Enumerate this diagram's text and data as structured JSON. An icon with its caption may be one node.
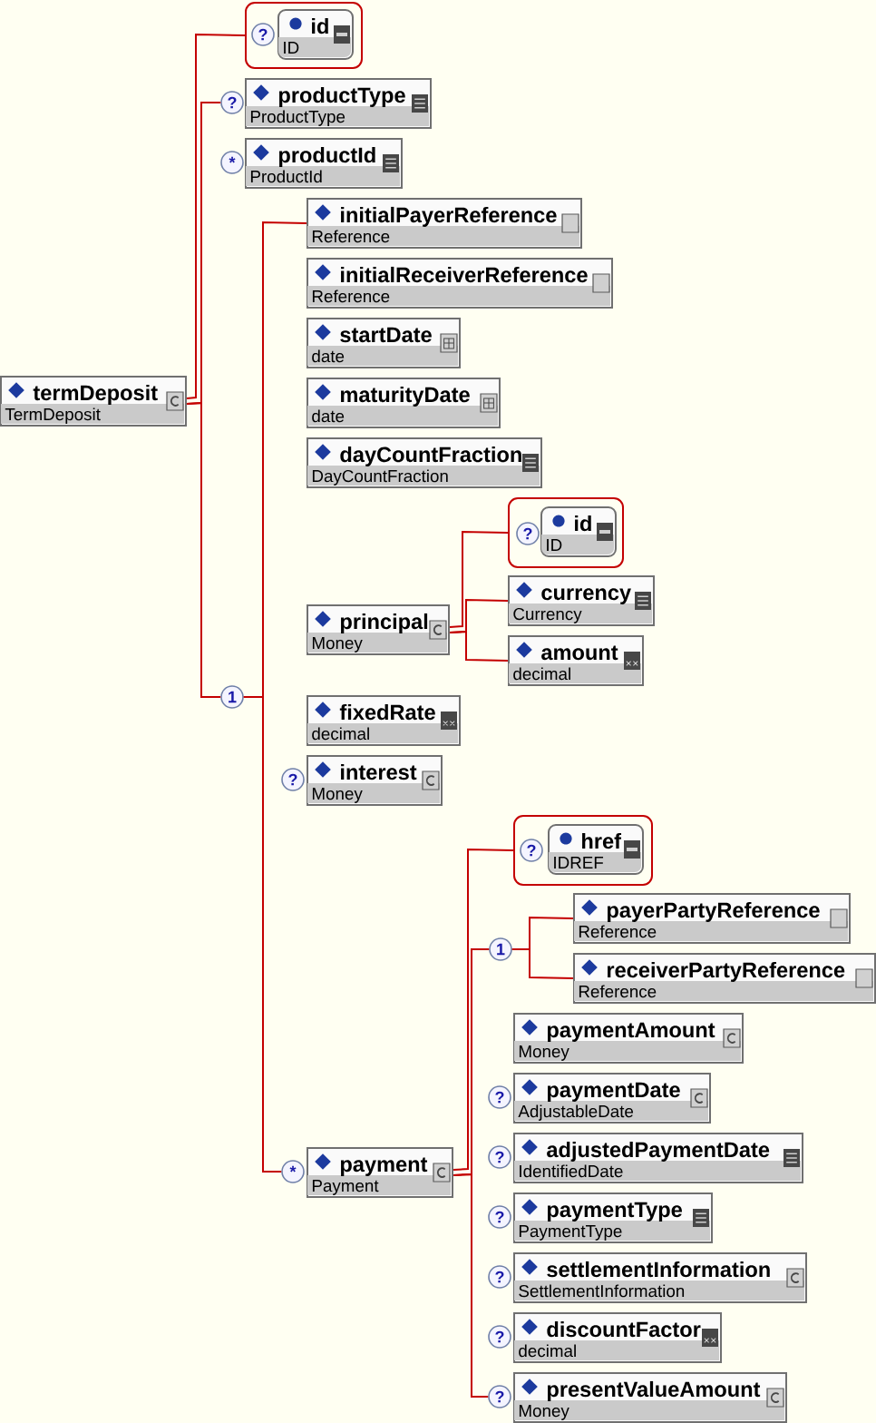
{
  "diagram": {
    "nodes": [
      {
        "text": [
          "termDeposit",
          "TermDeposit"
        ]
      },
      {
        "text": [],
        "shape": "box"
      },
      {
        "text": [
          "?"
        ],
        "in": 1
      },
      {
        "text": [
          "id",
          "ID"
        ],
        "in": 1
      },
      {
        "text": [
          "?"
        ]
      },
      {
        "text": [
          "productType",
          "ProductType"
        ]
      },
      {
        "text": [
          "*"
        ]
      },
      {
        "text": [
          "productId",
          "ProductId"
        ]
      },
      {
        "text": [
          "1"
        ]
      },
      {
        "text": [
          "initialPayerReference",
          "Reference"
        ]
      },
      {
        "text": [
          "initialReceiverReference",
          "Reference"
        ]
      },
      {
        "text": [
          "startDate",
          "date"
        ]
      },
      {
        "text": [
          "maturityDate",
          "date"
        ]
      },
      {
        "text": [
          "dayCountFraction",
          "DayCountFraction"
        ]
      },
      {
        "text": [
          "principal",
          "Money"
        ]
      },
      {
        "text": [],
        "shape": "box"
      },
      {
        "text": [
          "?"
        ],
        "in": 15
      },
      {
        "text": [
          "id",
          "ID"
        ],
        "in": 15
      },
      {
        "text": [
          "currency",
          "Currency"
        ]
      },
      {
        "text": [
          "amount",
          "decimal"
        ]
      },
      {
        "text": [
          "fixedRate",
          "decimal"
        ]
      },
      {
        "text": [
          "?"
        ]
      },
      {
        "text": [
          "interest",
          "Money"
        ]
      },
      {
        "text": [
          "*"
        ]
      },
      {
        "text": [
          "payment",
          "Payment"
        ]
      },
      {
        "text": [],
        "shape": "box"
      },
      {
        "text": [
          "?"
        ],
        "in": 25
      },
      {
        "text": [
          "href",
          "IDREF"
        ],
        "in": 25
      },
      {
        "text": [
          "1"
        ]
      },
      {
        "text": [
          "payerPartyReference",
          "Reference"
        ]
      },
      {
        "text": [
          "receiverPartyReference",
          "Reference"
        ]
      },
      {
        "text": [
          "paymentAmount",
          "Money"
        ]
      },
      {
        "text": [
          "?"
        ]
      },
      {
        "text": [
          "paymentDate",
          "AdjustableDate"
        ]
      },
      {
        "text": [
          "?"
        ]
      },
      {
        "text": [
          "adjustedPaymentDate",
          "IdentifiedDate"
        ]
      },
      {
        "text": [
          "?"
        ]
      },
      {
        "text": [
          "paymentType",
          "PaymentType"
        ]
      },
      {
        "text": [
          "?"
        ]
      },
      {
        "text": [
          "settlementInformation",
          "SettlementInformation"
        ]
      },
      {
        "text": [
          "?"
        ]
      },
      {
        "text": [
          "discountFactor",
          "decimal"
        ]
      },
      {
        "text": [
          "?"
        ]
      },
      {
        "text": [
          "presentValueAmount",
          "Money"
        ]
      }
    ],
    "edges": [
      {
        "from": 0,
        "to": 1,
        "arrow": "none"
      },
      {
        "from": 0,
        "to": 4,
        "arrow": "none"
      },
      {
        "from": 0,
        "to": 8,
        "arrow": "none"
      },
      {
        "from": 8,
        "to": 9,
        "arrow": "none"
      },
      {
        "from": 8,
        "to": 23,
        "arrow": "none"
      },
      {
        "from": 14,
        "to": 15,
        "arrow": "none"
      },
      {
        "from": 14,
        "to": 18,
        "arrow": "none"
      },
      {
        "from": 14,
        "to": 19,
        "arrow": "none"
      },
      {
        "from": 24,
        "to": 25,
        "arrow": "none"
      },
      {
        "from": 24,
        "to": 28,
        "arrow": "none"
      },
      {
        "from": 24,
        "to": 42,
        "arrow": "none"
      },
      {
        "from": 28,
        "to": 29,
        "arrow": "none"
      },
      {
        "from": 28,
        "to": 30,
        "arrow": "none"
      }
    ]
  }
}
